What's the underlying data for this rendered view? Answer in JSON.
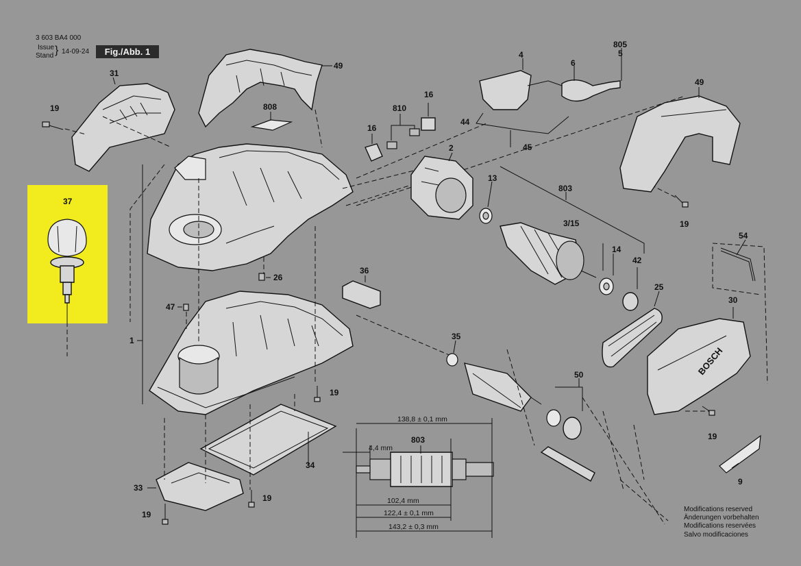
{
  "header": {
    "part_number": "3 603 BA4 000",
    "issue_label": "Issue",
    "stand_label": "Stand",
    "date": "14-09-24",
    "figure": "Fig./Abb. 1"
  },
  "highlight": {
    "part": "37",
    "color": "#f2ec1e"
  },
  "labels": {
    "l37": "37",
    "l31": "31",
    "l19a": "19",
    "l49a": "49",
    "l808": "808",
    "l810": "810",
    "l16a": "16",
    "l16b": "16",
    "l2": "2",
    "l4": "4",
    "l6": "6",
    "l805": "805",
    "l5": "5",
    "l44": "44",
    "l45": "45",
    "l49b": "49",
    "l19b": "19",
    "l13": "13",
    "l803a": "803",
    "l315": "3/15",
    "l14": "14",
    "l42": "42",
    "l54": "54",
    "l26": "26",
    "l36": "36",
    "l47": "47",
    "l1": "1",
    "l25": "25",
    "l30": "30",
    "l35": "35",
    "l50": "50",
    "l19c": "19",
    "l19d": "19",
    "l34": "34",
    "l33": "33",
    "l19e": "19",
    "l19f": "19",
    "l9": "9",
    "l803b": "803"
  },
  "dimensions": {
    "d1": "138,8 ± 0,1 mm",
    "d2": "4,4 mm",
    "d3": "102,4 mm",
    "d4": "122,4 ± 0,1 mm",
    "d5": "143,2 ± 0,3 mm"
  },
  "brand": "BOSCH",
  "notes": [
    "Modifications reserved",
    "Änderungen vorbehalten",
    "Modifications reservées",
    "Salvo modificaciones"
  ]
}
